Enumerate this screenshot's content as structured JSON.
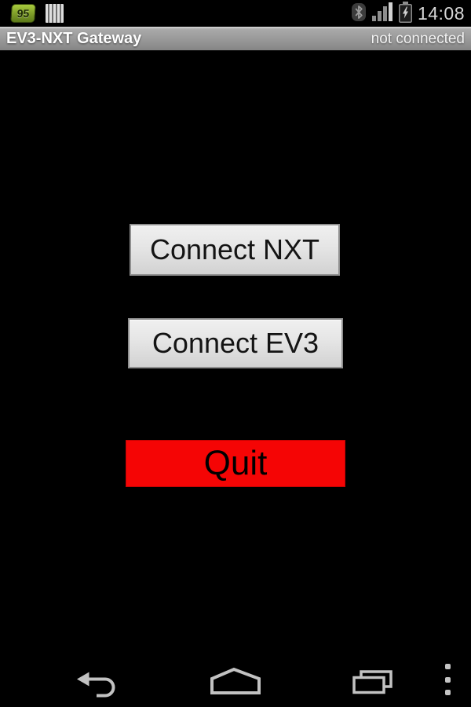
{
  "status_bar": {
    "battery_widget_label": "95",
    "time": "14:08",
    "icons": [
      "battery-widget-badge-icon",
      "stripes-widget-icon",
      "bluetooth-icon",
      "signal-strength-icon",
      "battery-charging-icon"
    ]
  },
  "title_bar": {
    "app_title": "EV3-NXT Gateway",
    "connection_status": "not connected"
  },
  "main": {
    "connect_nxt_label": "Connect NXT",
    "connect_ev3_label": "Connect EV3",
    "quit_label": "Quit"
  },
  "nav_bar": {
    "icons": [
      "back-icon",
      "home-icon",
      "recent-apps-icon",
      "overflow-menu-icon"
    ]
  },
  "colors": {
    "quit_button_red": "#f50505",
    "gray_button_fill": "#e5e5e5",
    "title_bar_gray": "#989898",
    "background": "#000000",
    "battery_widget_green": "#7d9c28"
  }
}
